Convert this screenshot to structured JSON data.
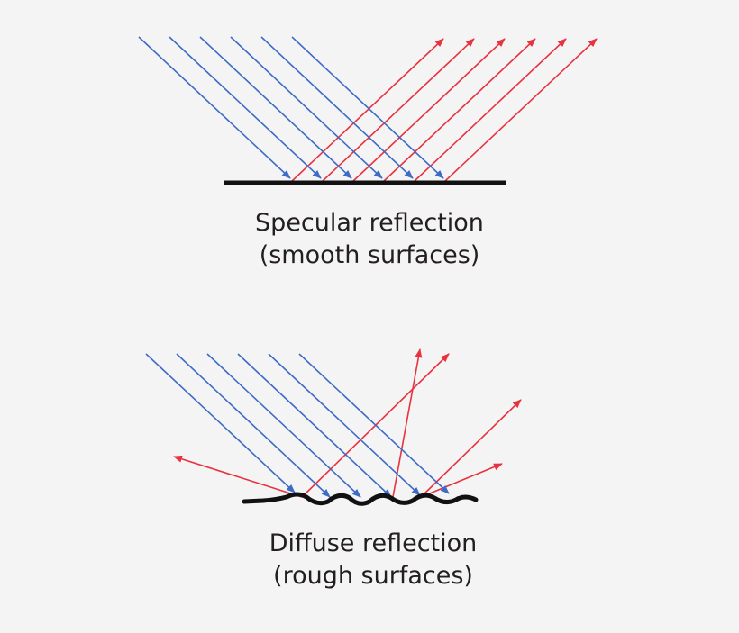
{
  "specular": {
    "caption_line1": "Specular reflection",
    "caption_line2": "(smooth surfaces)"
  },
  "diffuse": {
    "caption_line1": "Diffuse reflection",
    "caption_line2": "(rough surfaces)"
  },
  "colors": {
    "incident": "#3d6bc6",
    "reflected": "#e8323f",
    "surface": "#111111",
    "text": "#231f20",
    "background": "#f5f4f4"
  }
}
